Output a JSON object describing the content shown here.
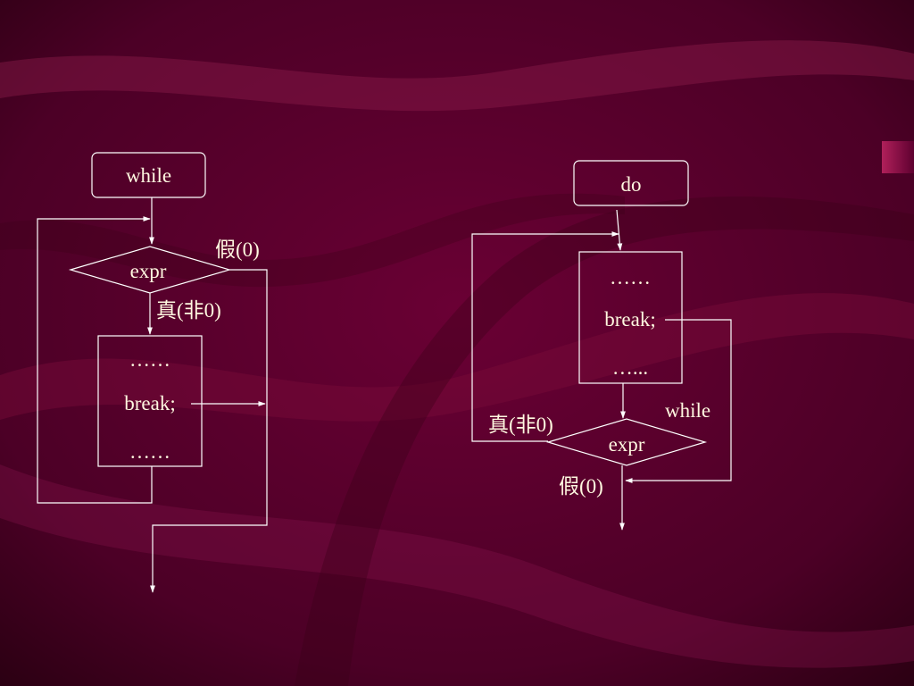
{
  "colors": {
    "background": "#5e0030",
    "background_dark": "#2a0012",
    "line": "#ffffff",
    "text": "#fff8e0"
  },
  "while_diagram": {
    "start_label": "while",
    "condition_label": "expr",
    "false_label": "假(0)",
    "true_label": "真(非0)",
    "body_lines": [
      "……",
      "break;",
      "……"
    ]
  },
  "do_diagram": {
    "start_label": "do",
    "body_lines": [
      "……",
      "break;",
      "…..."
    ],
    "while_label": "while",
    "true_label": "真(非0)",
    "condition_label": "expr",
    "false_label": "假(0)"
  }
}
